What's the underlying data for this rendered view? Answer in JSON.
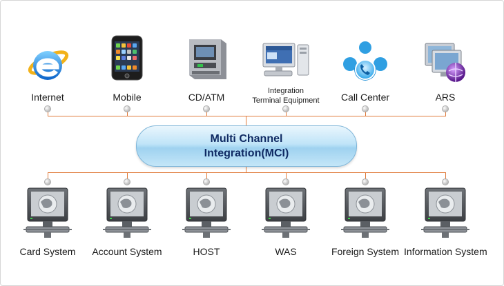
{
  "hub": {
    "line1": "Multi Channel",
    "line2": "Integration(MCI)"
  },
  "channels": [
    {
      "label": "Internet",
      "icon": "internet-explorer-icon"
    },
    {
      "label": "Mobile",
      "icon": "mobile-phone-icon"
    },
    {
      "label": "CD/ATM",
      "icon": "atm-icon"
    },
    {
      "label": "Integration",
      "label2": "Terminal Equipment",
      "icon": "terminal-computer-icon"
    },
    {
      "label": "Call Center",
      "icon": "call-center-icon"
    },
    {
      "label": "ARS",
      "icon": "ars-icon"
    }
  ],
  "systems": [
    {
      "label": "Card System",
      "icon": "server-monitor-icon"
    },
    {
      "label": "Account System",
      "icon": "server-monitor-icon"
    },
    {
      "label": "HOST",
      "icon": "server-monitor-icon"
    },
    {
      "label": "WAS",
      "icon": "server-monitor-icon"
    },
    {
      "label": "Foreign System",
      "icon": "server-monitor-icon"
    },
    {
      "label": "Information System",
      "icon": "server-monitor-icon"
    }
  ],
  "colors": {
    "connector": "#e07a3a",
    "hub_text": "#0f2a63",
    "hub_fill": "#bfe4f8"
  }
}
